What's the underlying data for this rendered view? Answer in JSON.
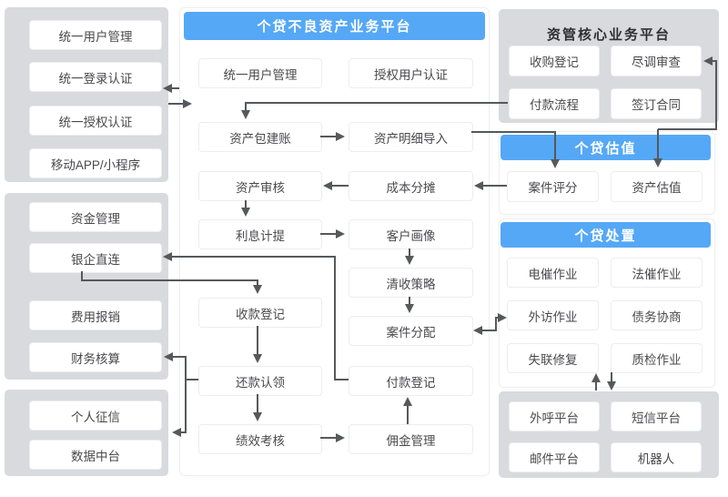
{
  "colors": {
    "accent_blue": "#55a8f6",
    "panel_gray": "#d8dade",
    "arrow_gray": "#56585b"
  },
  "left_column": {
    "identity_panel": {
      "items": [
        "统一用户管理",
        "统一登录认证",
        "统一授权认证",
        "移动APP/小程序"
      ]
    },
    "finance_panel": {
      "items": [
        "资金管理",
        "银企直连",
        "费用报销",
        "财务核算"
      ]
    },
    "data_panel": {
      "items": [
        "个人征信",
        "数据中台"
      ]
    }
  },
  "center_platform": {
    "title": "个贷不良资产业务平台",
    "left_boxes": [
      "统一用户管理",
      "资产包建账",
      "资产审核",
      "利息计提",
      "收款登记",
      "还款认领",
      "绩效考核"
    ],
    "right_boxes": [
      "授权用户认证",
      "资产明细导入",
      "成本分摊",
      "客户画像",
      "清收策略",
      "案件分配",
      "付款登记",
      "佣金管理"
    ]
  },
  "right_column": {
    "core_platform": {
      "title": "资管核心业务平台",
      "items": [
        "收购登记",
        "尽调审查",
        "付款流程",
        "签订合同"
      ]
    },
    "valuation": {
      "title": "个贷估值",
      "items": [
        "案件评分",
        "资产估值"
      ]
    },
    "disposal": {
      "title": "个贷处置",
      "items": [
        "电催作业",
        "法催作业",
        "外访作业",
        "债务协商",
        "失联修复",
        "质检作业"
      ]
    },
    "channel_platform": {
      "items": [
        "外呼平台",
        "短信平台",
        "邮件平台",
        "机器人"
      ]
    }
  },
  "connections": [
    {
      "from": "个贷不良资产业务平台",
      "to": "统一登录认证",
      "type": "arrow"
    },
    {
      "from": "统一认证",
      "to": "个贷不良资产业务平台",
      "type": "arrow"
    },
    {
      "from": "付款流程",
      "to": "资产包建账",
      "type": "arrow"
    },
    {
      "from": "资产包建账",
      "to": "资产明细导入",
      "type": "arrow"
    },
    {
      "from": "资产明细导入",
      "to": "案件评分",
      "type": "arrow"
    },
    {
      "from": "案件评分",
      "to": "成本分摊",
      "type": "arrow"
    },
    {
      "from": "成本分摊",
      "to": "资产审核",
      "type": "arrow"
    },
    {
      "from": "资产审核",
      "to": "利息计提",
      "type": "arrow"
    },
    {
      "from": "利息计提",
      "to": "客户画像",
      "type": "arrow"
    },
    {
      "from": "客户画像",
      "to": "清收策略",
      "type": "arrow"
    },
    {
      "from": "清收策略",
      "to": "案件分配",
      "type": "arrow"
    },
    {
      "from": "案件分配",
      "to": "外访作业",
      "type": "bidirectional"
    },
    {
      "from": "资产估值",
      "to": "尽调审查",
      "type": "bidirectional"
    },
    {
      "from": "银企直连",
      "to": "收款登记",
      "type": "arrow"
    },
    {
      "from": "付款登记",
      "to": "银企直连",
      "type": "arrow"
    },
    {
      "from": "收款登记",
      "to": "还款认领",
      "type": "arrow"
    },
    {
      "from": "还款认领",
      "to": "绩效考核",
      "type": "arrow"
    },
    {
      "from": "还款认领",
      "to": "财务核算",
      "type": "arrow"
    },
    {
      "from": "还款认领",
      "to": "个人征信/数据中台",
      "type": "arrow"
    },
    {
      "from": "绩效考核",
      "to": "佣金管理",
      "type": "arrow"
    },
    {
      "from": "佣金管理",
      "to": "付款登记",
      "type": "arrow"
    },
    {
      "from": "失联修复",
      "to": "外呼/短信/邮件/机器人",
      "type": "bidirectional"
    }
  ]
}
